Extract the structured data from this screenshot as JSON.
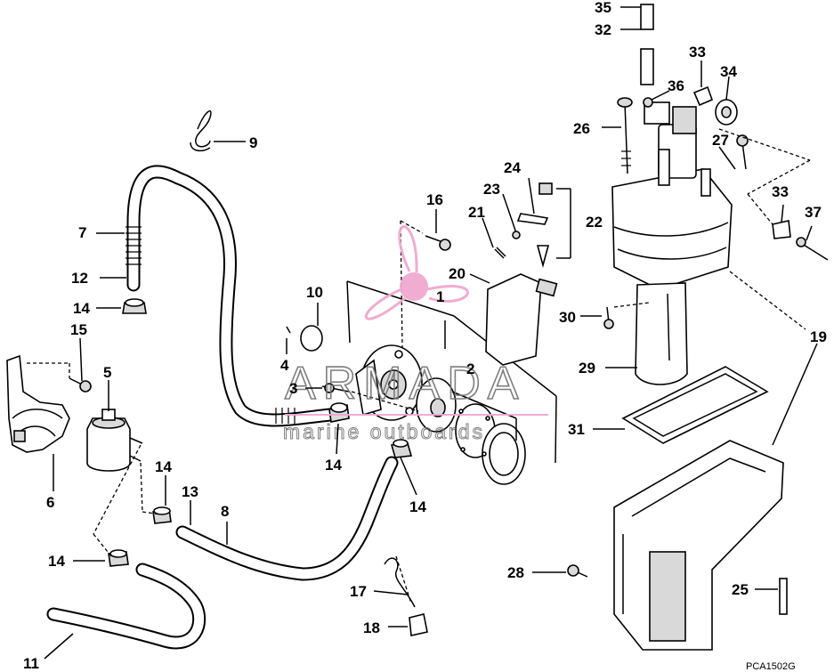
{
  "watermark": {
    "brand": "ARMADA",
    "tagline": "marine outboards",
    "logo_icon": "propeller-icon",
    "accent_color": "#f0a8cf"
  },
  "drawing_code": "PCA1502G",
  "callouts": [
    "35",
    "32",
    "33",
    "34",
    "36",
    "26",
    "27",
    "9",
    "24",
    "23",
    "22",
    "16",
    "21",
    "7",
    "12",
    "20",
    "14",
    "10",
    "1",
    "30",
    "19",
    "15",
    "4",
    "29",
    "5",
    "2",
    "3",
    "31",
    "6",
    "14",
    "14",
    "13",
    "8",
    "14",
    "14",
    "28",
    "25",
    "17",
    "18",
    "11",
    "33",
    "37"
  ]
}
